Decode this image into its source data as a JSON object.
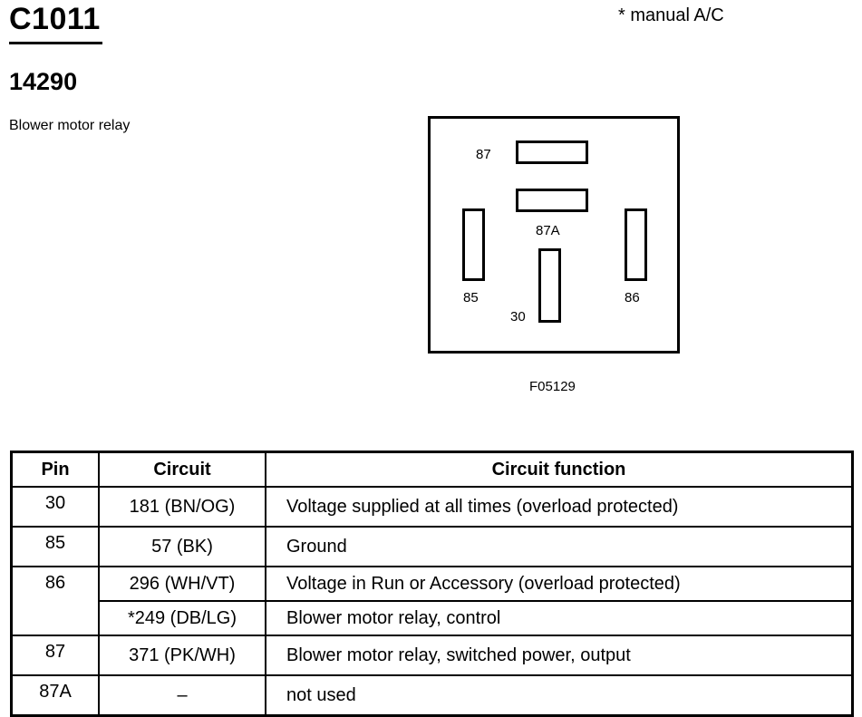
{
  "header": {
    "connector_id": "C1011",
    "part_number": "14290",
    "description": "Blower motor relay",
    "note": "* manual A/C"
  },
  "diagram": {
    "terminals": {
      "t87": "87",
      "t87a": "87A",
      "t85": "85",
      "t86": "86",
      "t30": "30"
    },
    "figure_id": "F05129"
  },
  "table": {
    "headers": {
      "pin": "Pin",
      "circuit": "Circuit",
      "function": "Circuit function"
    },
    "rows": [
      {
        "pin": "30",
        "circuit": "181 (BN/OG)",
        "function": "Voltage supplied at all times (overload protected)"
      },
      {
        "pin": "85",
        "circuit": "57 (BK)",
        "function": "Ground"
      },
      {
        "pin": "86",
        "circuit": "296 (WH/VT)",
        "function": "Voltage in Run or Accessory (overload protected)"
      },
      {
        "pin": "",
        "circuit": "*249 (DB/LG)",
        "function": "Blower motor relay, control"
      },
      {
        "pin": "87",
        "circuit": "371 (PK/WH)",
        "function": "Blower motor relay, switched power, output"
      },
      {
        "pin": "87A",
        "circuit": "–",
        "function": "not used"
      }
    ]
  }
}
